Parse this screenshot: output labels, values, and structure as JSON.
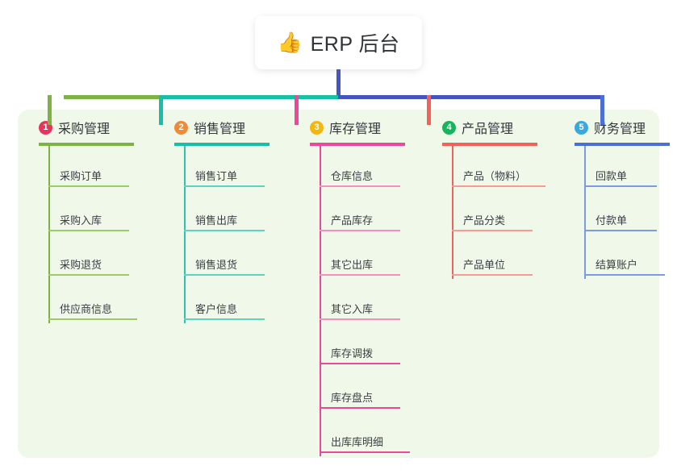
{
  "diagram": {
    "type": "org-tree",
    "root": {
      "icon": "thumbs-up-icon",
      "emoji": "👍",
      "title": "ERP 后台"
    },
    "panel_background": "#eff8e9",
    "columns": [
      {
        "number": "1",
        "title": "采购管理",
        "badge_color": "#e8345a",
        "line_color": "#7cb342",
        "items": [
          "采购订单",
          "采购入库",
          "采购退货",
          "供应商信息"
        ]
      },
      {
        "number": "2",
        "title": "销售管理",
        "badge_color": "#f08a38",
        "line_color": "#18bfa5",
        "items": [
          "销售订单",
          "销售出库",
          "销售退货",
          "客户信息"
        ]
      },
      {
        "number": "3",
        "title": "库存管理",
        "badge_color": "#f5b70b",
        "line_color": "#ec4899",
        "items": [
          "仓库信息",
          "产品库存",
          "其它出库",
          "其它入库",
          "库存调拨",
          "库存盘点",
          "出库库明细"
        ]
      },
      {
        "number": "4",
        "title": "产品管理",
        "badge_color": "#17b45e",
        "line_color": "#f4615b",
        "items": [
          "产品（物料）",
          "产品分类",
          "产品单位"
        ]
      },
      {
        "number": "5",
        "title": "财务管理",
        "badge_color": "#3aa8e0",
        "line_color": "#4b6fd4",
        "items": [
          "回款单",
          "付款单",
          "结算账户"
        ]
      }
    ],
    "connector": {
      "stem_color": "#4654c0",
      "segments": [
        {
          "color": "#7cb342"
        },
        {
          "color": "#18bfa5"
        },
        {
          "color": "#4654c0"
        }
      ]
    }
  }
}
